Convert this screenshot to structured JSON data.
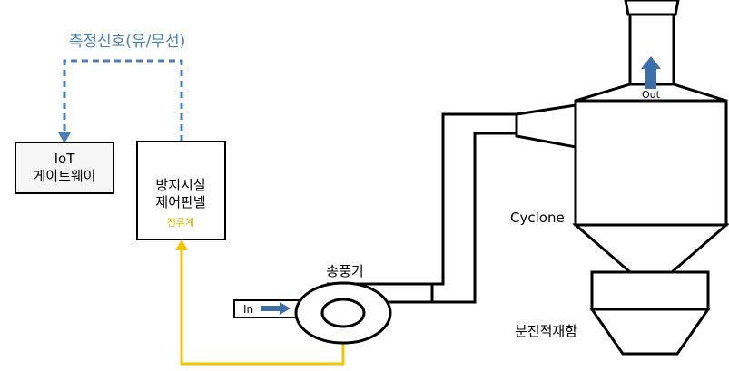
{
  "labels": {
    "signal": "측정신호(유/무선)",
    "gateway_line1": "IoT",
    "gateway_line2": "게이트웨이",
    "panel_line1": "방지시설",
    "panel_line2": "제어판넬",
    "ammeter": "전류계",
    "blower": "송풍기",
    "inlet": "In",
    "outlet": "Out",
    "cyclone": "Cyclone",
    "dust_bin": "분진적재함"
  },
  "colors": {
    "signal_line": "#4a7fb5",
    "current_line": "#f5c400",
    "arrow": "#3d6ea8",
    "outline": "#000000",
    "ammeter_text": "#e6b800",
    "signal_text": "#4a7fb5"
  }
}
